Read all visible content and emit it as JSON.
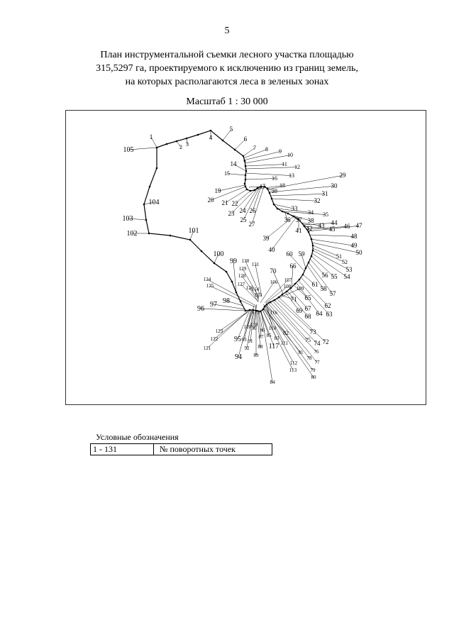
{
  "page": {
    "number": "5"
  },
  "title": {
    "line1": "План инструментальной съемки лесного участка площадью",
    "line2": "315,5297 га, проектируемого к исключению из границ земель,",
    "line3": "на которых располагаются леса в зеленых зонах"
  },
  "scale": {
    "label": "Масштаб 1 : 30 000"
  },
  "legend": {
    "title": "Условные обозначения",
    "range": "1 - 131",
    "description": "№ поворотных точек"
  },
  "map": {
    "line_color": "#000000",
    "labels": [
      "1",
      "2",
      "3",
      "4",
      "5",
      "6",
      "7",
      "8",
      "9",
      "10",
      "11",
      "12",
      "13",
      "14",
      "15",
      "16",
      "17",
      "18",
      "19",
      "20",
      "21",
      "22",
      "23",
      "24",
      "25",
      "26",
      "27",
      "28",
      "29",
      "30",
      "31",
      "32",
      "33",
      "34",
      "35",
      "36",
      "37",
      "38",
      "39",
      "40",
      "41",
      "42",
      "43",
      "44",
      "45",
      "46",
      "47",
      "48",
      "49",
      "50",
      "51",
      "52",
      "53",
      "54",
      "55",
      "56",
      "57",
      "58",
      "59",
      "60",
      "61",
      "62",
      "63",
      "64",
      "65",
      "66",
      "67",
      "68",
      "69",
      "70",
      "71",
      "72",
      "73",
      "74",
      "75",
      "76",
      "77",
      "78",
      "79",
      "80",
      "81",
      "82",
      "83",
      "84",
      "85",
      "86",
      "87",
      "88",
      "89",
      "90",
      "91",
      "92",
      "93",
      "94",
      "95",
      "96",
      "97",
      "98",
      "99",
      "100",
      "101",
      "102",
      "103",
      "104",
      "105",
      "106",
      "107",
      "108",
      "109",
      "110",
      "111",
      "112",
      "113",
      "114",
      "115",
      "116",
      "117",
      "118",
      "119",
      "120",
      "121",
      "122",
      "123",
      "124",
      "125",
      "126",
      "127",
      "128",
      "129",
      "130",
      "131"
    ]
  }
}
